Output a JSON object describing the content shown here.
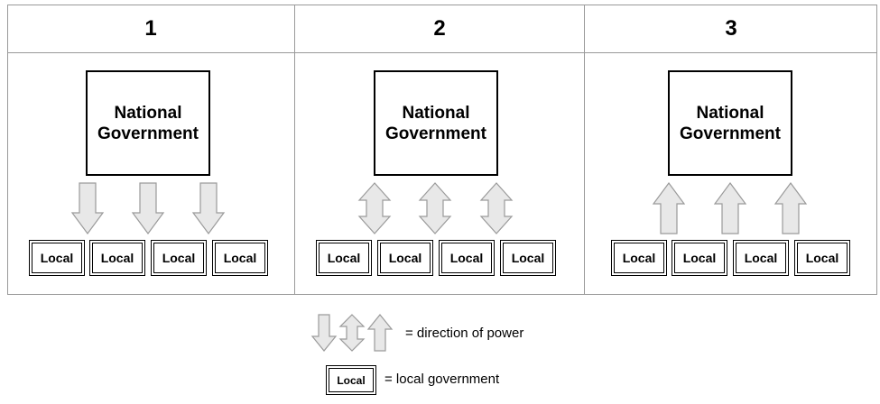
{
  "panels": [
    {
      "number": "1",
      "national_label_line1": "National",
      "national_label_line2": "Government",
      "arrow_direction": "down",
      "locals": [
        "Local",
        "Local",
        "Local",
        "Local"
      ]
    },
    {
      "number": "2",
      "national_label_line1": "National",
      "national_label_line2": "Government",
      "arrow_direction": "both",
      "locals": [
        "Local",
        "Local",
        "Local",
        "Local"
      ]
    },
    {
      "number": "3",
      "national_label_line1": "National",
      "national_label_line2": "Government",
      "arrow_direction": "up",
      "locals": [
        "Local",
        "Local",
        "Local",
        "Local"
      ]
    }
  ],
  "legend": {
    "arrows_text": "= direction of power",
    "local_box_label": "Local",
    "local_text": "= local government"
  },
  "colors": {
    "arrow_fill": "#e8e8e8",
    "arrow_stroke": "#9a9a9a",
    "grid_lines": "#9a9a9a",
    "box_border": "#000000"
  }
}
